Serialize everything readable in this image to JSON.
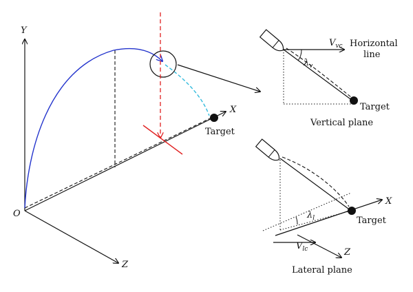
{
  "labels": {
    "origin": "O",
    "axis_y": "Y",
    "axis_x_main": "X",
    "axis_z_main": "Z",
    "target_main": "Target",
    "target_vertical": "Target",
    "target_lateral": "Target",
    "horizontal_line_1": "Horizontal",
    "horizontal_line_2": "line",
    "vertical_plane": "Vertical plane",
    "lateral_plane": "Lateral plane",
    "axis_x_lateral": "X",
    "axis_z_lateral": "Z",
    "v_vc_main": "V",
    "v_vc_sub": "vc",
    "lambda_v_main": "λ",
    "lambda_v_sub": "v",
    "lambda_l_main": "λ",
    "lambda_l_sub": "l",
    "v_lc_main": "V",
    "v_lc_sub": "lc"
  },
  "colors": {
    "trajectory": "#2233cc",
    "predicted_path": "#33bbdd",
    "vertical_guide": "#e02020",
    "ink": "#111111"
  }
}
